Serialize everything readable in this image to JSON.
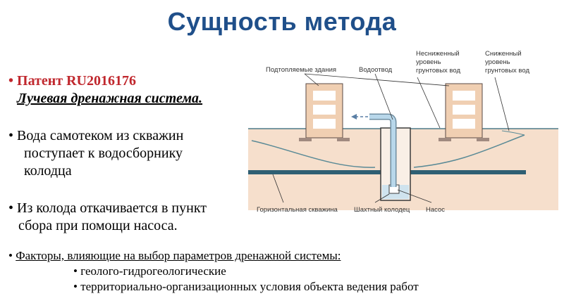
{
  "title": "Сущность метода",
  "patent": {
    "bullet": "•",
    "label": "Патент RU2016176",
    "subtitle": "Лучевая дренажная система."
  },
  "point1": {
    "bullet": "•",
    "line1": "Вода самотеком из скважин",
    "line2": "поступает к водосборнику",
    "line3": "колодца"
  },
  "point2": {
    "bullet": "•",
    "line1": "Из колода откачивается в пункт",
    "line2": "сбора при помощи насоса."
  },
  "factors": {
    "bullet": "•",
    "heading": "Факторы, влияющие на выбор параметров дренажной системы:",
    "items": [
      "геолого-гидрогеологические",
      "территориально-организационных условия объекта ведения работ"
    ]
  },
  "diagram": {
    "labels": {
      "buildings": "Подтопляемые здания",
      "drain": "Водоотвод",
      "unlowered": [
        "Несниженный",
        "уровень",
        "грунтовых вод"
      ],
      "lowered": [
        "Сниженный",
        "уровень",
        "грунтовых вод"
      ],
      "borehole": "Горизонтальная скважина",
      "shaft": "Шахтный колодец",
      "pump": "Насос"
    },
    "colors": {
      "soil": "#f6dfcc",
      "building": "#f0cfb2",
      "outline": "#5a4a44",
      "water": "#2f5f73",
      "pipe": "#b8d7ea"
    }
  }
}
